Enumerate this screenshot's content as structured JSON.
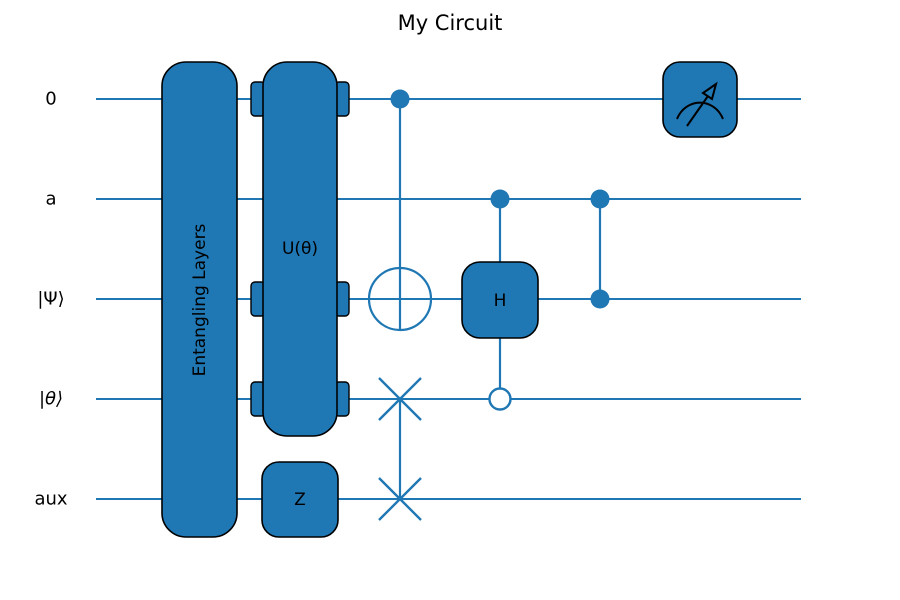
{
  "title": "My Circuit",
  "colors": {
    "accent": "#1f77b4",
    "edge": "#000000",
    "text": "#000000",
    "background": "#ffffff"
  },
  "wires": {
    "labels": [
      "0",
      "a",
      "|Ψ⟩",
      "|θ⟩",
      "aux"
    ]
  },
  "gates": {
    "entangling_layers": {
      "label": "Entangling Layers",
      "wires": [
        "0",
        "a",
        "|Ψ⟩",
        "|θ⟩",
        "aux"
      ]
    },
    "u_theta": {
      "label": "U(θ)",
      "wires": [
        "0",
        "|Ψ⟩",
        "|θ⟩"
      ]
    },
    "z_gate": {
      "label": "Z",
      "wires": [
        "aux"
      ]
    },
    "cnot": {
      "type": "CNOT",
      "control": "0",
      "target": "|Ψ⟩"
    },
    "swap": {
      "type": "SWAP",
      "wires": [
        "|θ⟩",
        "aux"
      ]
    },
    "controlled_h": {
      "label": "H",
      "target": "|Ψ⟩",
      "control": "a",
      "open_control": "|θ⟩"
    },
    "cz": {
      "type": "CZ",
      "controls": [
        "a",
        "|Ψ⟩"
      ]
    },
    "measurement": {
      "type": "measure",
      "wire": "0"
    }
  }
}
